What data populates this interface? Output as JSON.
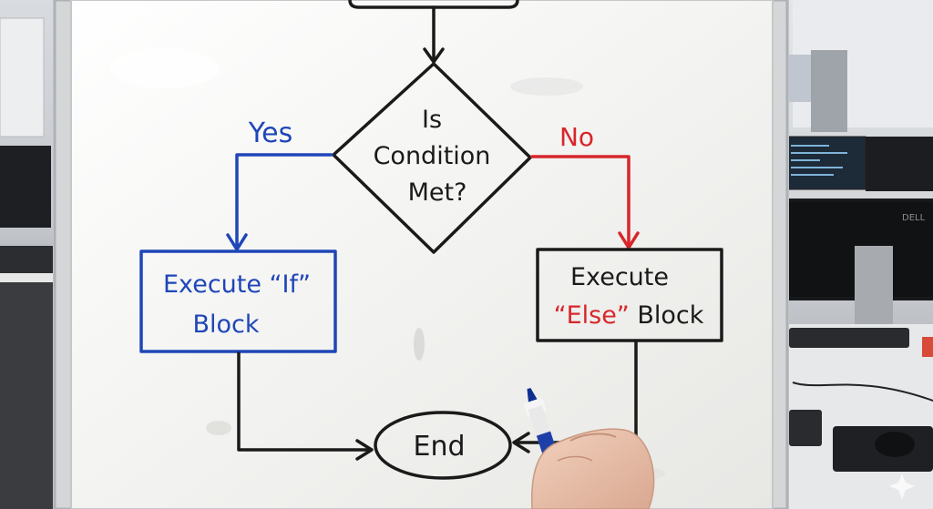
{
  "flowchart": {
    "decision": {
      "line1": "Is",
      "line2": "Condition",
      "line3": "Met?"
    },
    "branch_yes": "Yes",
    "branch_no": "No",
    "if_block": {
      "line1": "Execute “If”",
      "line2": "Block"
    },
    "else_block": {
      "line1": "Execute",
      "line2_quoted": "“Else”",
      "line2_rest": " Block"
    },
    "end": "End"
  },
  "colors": {
    "black_marker": "#1a1a1a",
    "blue_marker": "#1f46b8",
    "red_marker": "#d8262b",
    "whiteboard": "#f4f4f2",
    "frame": "#d9dadb"
  },
  "scene": {
    "background": "office with desks and computer monitors",
    "foreground": "hand holding a blue dry-erase marker"
  }
}
